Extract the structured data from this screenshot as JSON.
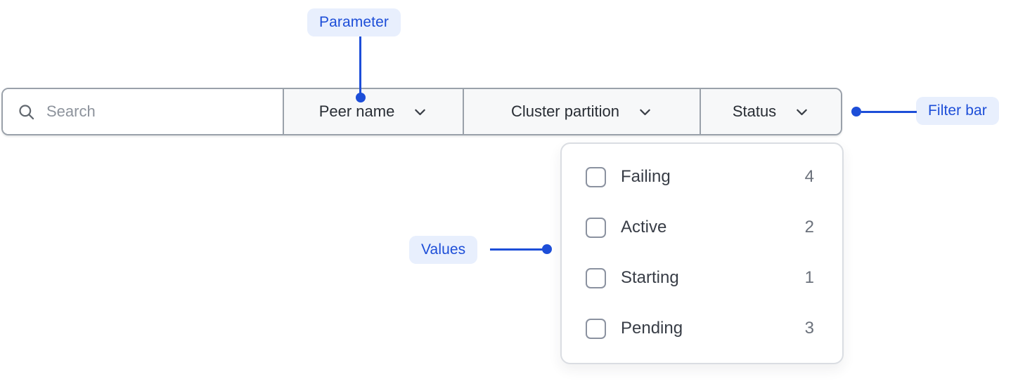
{
  "annotations": {
    "parameter": "Parameter",
    "filter_bar": "Filter bar",
    "values": "Values",
    "accent_color": "#1d4ed8",
    "badge_bg": "#e8effd"
  },
  "filter_bar": {
    "search": {
      "placeholder": "Search",
      "icon": "search-icon"
    },
    "dropdowns": [
      {
        "label": "Peer name",
        "icon": "chevron-down-icon"
      },
      {
        "label": "Cluster partition",
        "icon": "chevron-down-icon"
      },
      {
        "label": "Status",
        "icon": "chevron-down-icon"
      }
    ],
    "border_color": "#9aa1aa",
    "dropdown_bg": "#f7f8f9"
  },
  "status_dropdown": {
    "items": [
      {
        "label": "Failing",
        "count": "4",
        "checked": false
      },
      {
        "label": "Active",
        "count": "2",
        "checked": false
      },
      {
        "label": "Starting",
        "count": "1",
        "checked": false
      },
      {
        "label": "Pending",
        "count": "3",
        "checked": false
      }
    ]
  }
}
